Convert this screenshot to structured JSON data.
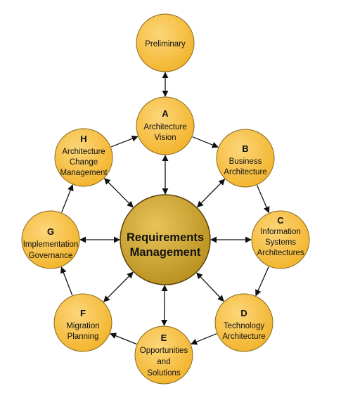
{
  "colors": {
    "phase_fill_light": "#FCD67A",
    "phase_fill_dark": "#F2B32A",
    "phase_stroke": "#8A6A1E",
    "center_fill_light": "#E8C35A",
    "center_fill_dark": "#B8901F",
    "center_stroke": "#5C4408",
    "arrow": "#111111"
  },
  "center": {
    "lines": [
      "Requirements",
      "Management"
    ]
  },
  "nodes": {
    "preliminary": {
      "letter": "",
      "lines": [
        "Preliminary"
      ]
    },
    "a": {
      "letter": "A",
      "lines": [
        "Architecture",
        "Vision"
      ]
    },
    "b": {
      "letter": "B",
      "lines": [
        "Business",
        "Architecture"
      ]
    },
    "c": {
      "letter": "C",
      "lines": [
        "Information",
        "Systems",
        "Architectures"
      ]
    },
    "d": {
      "letter": "D",
      "lines": [
        "Technology",
        "Architecture"
      ]
    },
    "e": {
      "letter": "E",
      "lines": [
        "Opportunities",
        "and",
        "Solutions"
      ]
    },
    "f": {
      "letter": "F",
      "lines": [
        "Migration",
        "Planning"
      ]
    },
    "g": {
      "letter": "G",
      "lines": [
        "Implementation",
        "Governance"
      ]
    },
    "h": {
      "letter": "H",
      "lines": [
        "Architecture",
        "Change",
        "Management"
      ]
    }
  }
}
